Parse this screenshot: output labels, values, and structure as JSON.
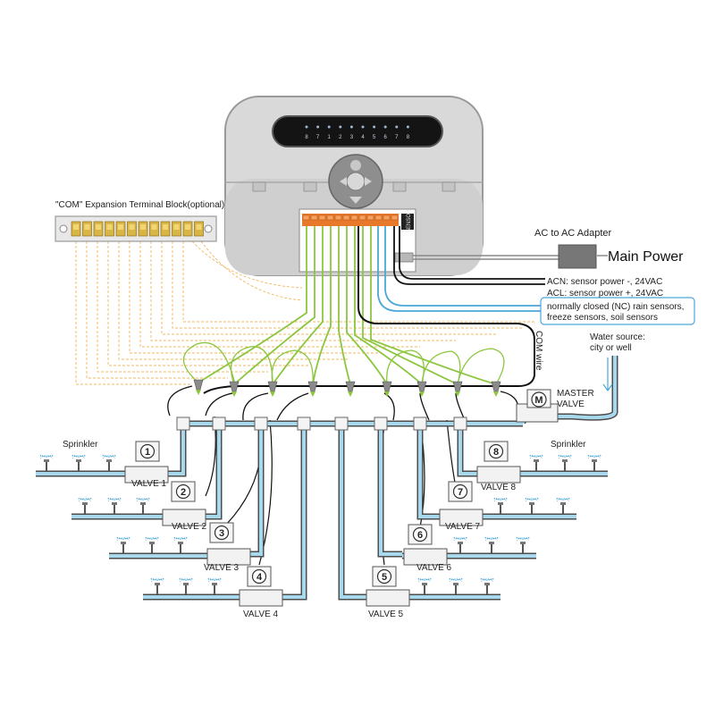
{
  "controller": {
    "display_zone_labels": [
      "8",
      "7",
      "1",
      "2",
      "3",
      "4",
      "5",
      "6",
      "7",
      "8"
    ]
  },
  "labels": {
    "com_block": "\"COM\" Expansion Terminal Block(optional)",
    "ac_adapter": "AC to AC Adapter",
    "main_power": "Main Power",
    "acn": "ACN: sensor power -, 24VAC",
    "acl": "ACL: sensor power +, 24VAC",
    "nc_line1": "normally closed (NC) rain sensors,",
    "nc_line2": "freeze sensors, soil sensors",
    "com_wire": "COM wire",
    "water_source_line1": "Water source:",
    "water_source_line2": "city or well",
    "master_valve_line1": "MASTER",
    "master_valve_line2": "VALVE",
    "master_badge": "M",
    "sprinkler_left": "Sprinkler",
    "sprinkler_right": "Sprinkler",
    "terminal_small": "SENSOR"
  },
  "valves": [
    {
      "badge": "1",
      "label": "VALVE 1"
    },
    {
      "badge": "2",
      "label": "VALVE 2"
    },
    {
      "badge": "3",
      "label": "VALVE 3"
    },
    {
      "badge": "4",
      "label": "VALVE 4"
    },
    {
      "badge": "5",
      "label": "VALVE 5"
    },
    {
      "badge": "6",
      "label": "VALVE 6"
    },
    {
      "badge": "7",
      "label": "VALVE 7"
    },
    {
      "badge": "8",
      "label": "VALVE 8"
    }
  ],
  "colors": {
    "zone_wire": "#8cc63f",
    "com_wire": "#111111",
    "sensor_wire": "#4aa8d8",
    "pipe": "#a8d8ec",
    "pipe_outline": "#4d4d4d",
    "com_dashed": "#f2b860",
    "controller_body": "#d8d8d8",
    "terminal": "#e8782a"
  }
}
